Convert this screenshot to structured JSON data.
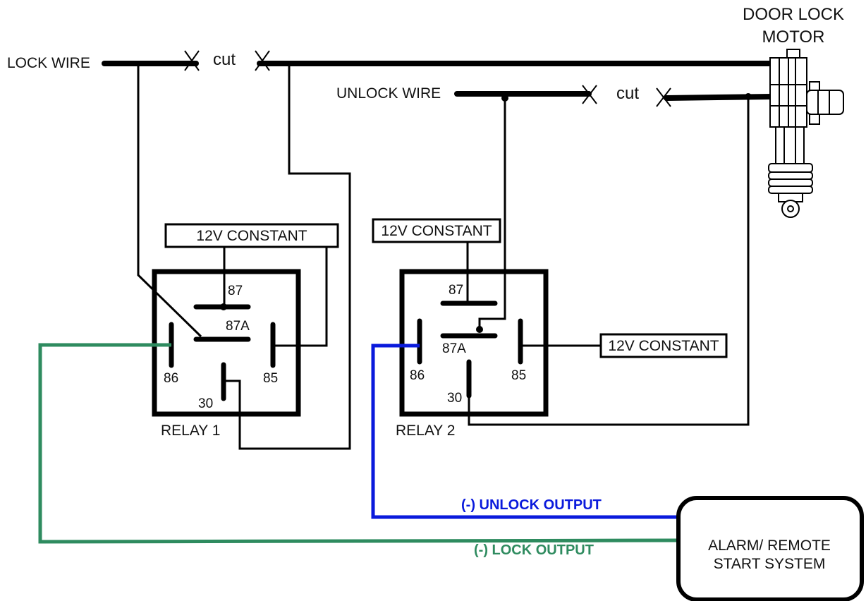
{
  "labels": {
    "lock_wire": "LOCK WIRE",
    "unlock_wire": "UNLOCK WIRE",
    "cut_lock": "cut",
    "cut_unlock": "cut",
    "door_lock_motor_line1": "DOOR LOCK",
    "door_lock_motor_line2": "MOTOR",
    "alarm_line1": "ALARM/ REMOTE",
    "alarm_line2": "START SYSTEM",
    "unlock_output": "(-) UNLOCK OUTPUT",
    "lock_output": "(-) LOCK OUTPUT"
  },
  "relay1": {
    "name": "RELAY 1",
    "constant": "12V CONSTANT",
    "pins": {
      "p87": "87",
      "p87a": "87A",
      "p86": "86",
      "p85": "85",
      "p30": "30"
    }
  },
  "relay2": {
    "name": "RELAY 2",
    "constant_top": "12V CONSTANT",
    "constant_right": "12V CONSTANT",
    "pins": {
      "p87": "87",
      "p87a": "87A",
      "p86": "86",
      "p85": "85",
      "p30": "30"
    }
  },
  "colors": {
    "wire": "#000000",
    "unlock_output": "#0a1adc",
    "lock_output": "#2e8b5f"
  }
}
